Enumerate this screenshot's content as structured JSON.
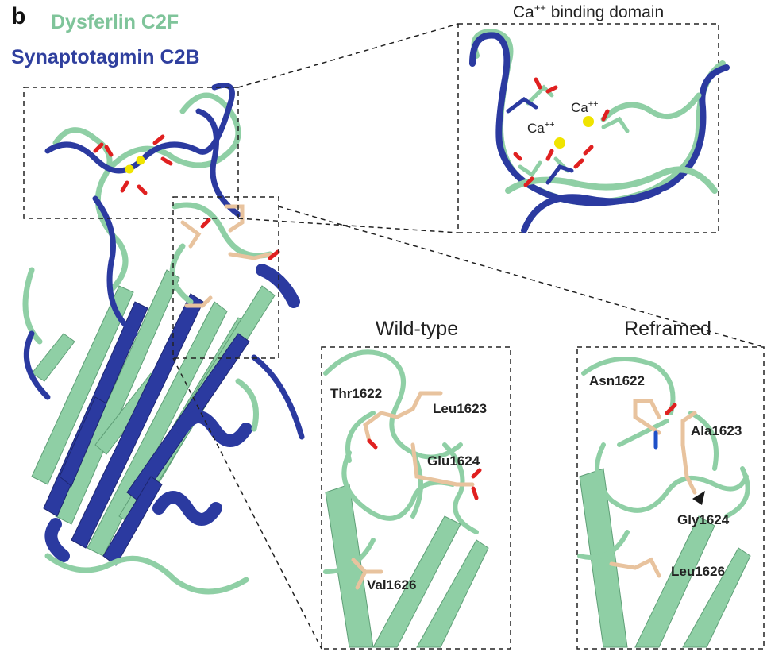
{
  "figure": {
    "panel_letter": "b",
    "legend": [
      {
        "label": "Dysferlin C2F",
        "color": "#7fc49a"
      },
      {
        "label": "Synaptotagmin C2B",
        "color": "#2f3f9e"
      }
    ],
    "insets": {
      "ca_domain": {
        "title_main": "Ca",
        "title_sup": "++",
        "title_rest": " binding domain",
        "ion_labels": [
          {
            "main": "Ca",
            "sup": "++"
          },
          {
            "main": "Ca",
            "sup": "++"
          }
        ]
      },
      "wild_type": {
        "title": "Wild-type",
        "residues": [
          "Thr1622",
          "Leu1623",
          "Glu1624",
          "Val1626"
        ]
      },
      "reframed": {
        "title": "Reframed",
        "residues": [
          "Asn1622",
          "Ala1623",
          "Gly1624",
          "Leu1626"
        ]
      }
    },
    "colors": {
      "dysferlin": "#8fcfa5",
      "synaptotagmin": "#2b3aa0",
      "residue_stick": "#e8c39e",
      "oxygen": "#e02020",
      "nitrogen": "#1e50c8",
      "calcium": "#f0e400"
    }
  }
}
